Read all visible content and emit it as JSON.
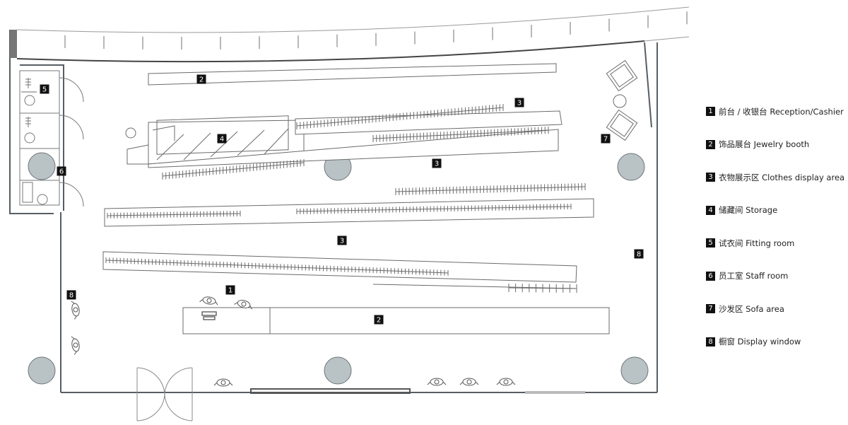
{
  "legend": [
    {
      "num": "1",
      "label": "前台 / 收银台  Reception/Cashier"
    },
    {
      "num": "2",
      "label": "饰品展台  Jewelry booth"
    },
    {
      "num": "3",
      "label": "衣物展示区  Clothes display area"
    },
    {
      "num": "4",
      "label": "储藏间  Storage"
    },
    {
      "num": "5",
      "label": "试衣间  Fitting room"
    },
    {
      "num": "6",
      "label": "员工室  Staff room"
    },
    {
      "num": "7",
      "label": "沙发区  Sofa area"
    },
    {
      "num": "8",
      "label": "橱窗  Display window"
    }
  ],
  "tags": {
    "t1": "1",
    "t2a": "2",
    "t2b": "2",
    "t3a": "3",
    "t3b": "3",
    "t3c": "3",
    "t4": "4",
    "t5": "5",
    "t6": "6",
    "t7": "7",
    "t8a": "8",
    "t8b": "8"
  },
  "colors": {
    "wall": "#555e66",
    "column": "#b9c2c5",
    "line": "#6b6b6b"
  }
}
